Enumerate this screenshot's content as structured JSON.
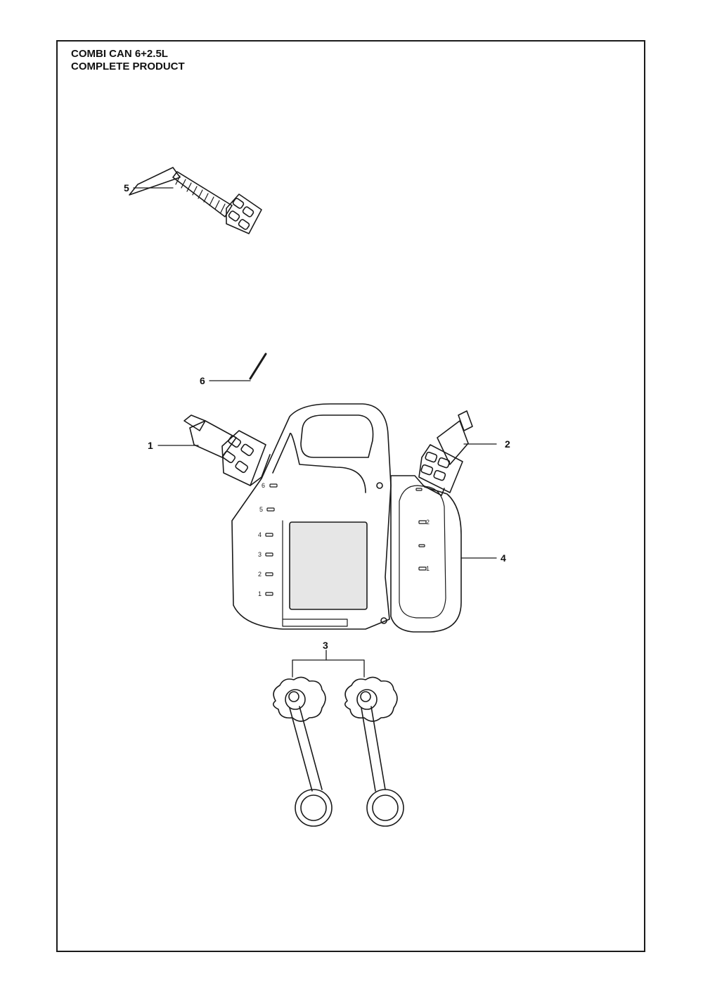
{
  "header": {
    "title_line1": "COMBI CAN 6+2.5L",
    "title_line2": "COMPLETE PRODUCT"
  },
  "callouts": [
    "1",
    "2",
    "3",
    "4",
    "5",
    "6"
  ],
  "large_tank_scale": [
    "6",
    "5",
    "4",
    "3",
    "2",
    "1"
  ],
  "small_tank_scale": [
    "2",
    "1"
  ],
  "colors": {
    "ink": "#1a1a1a",
    "window": "#e6e6e6",
    "shade": "#cfcfcf"
  }
}
